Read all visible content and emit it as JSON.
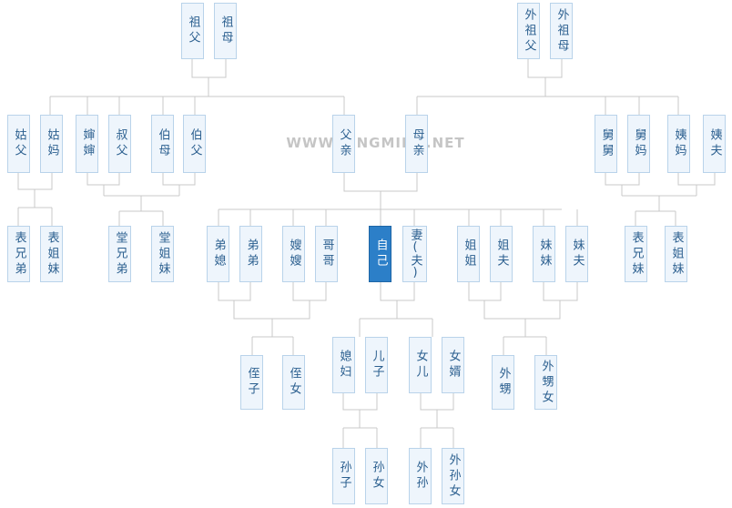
{
  "watermark": "WWW.XINGMING.NET",
  "nodes": {
    "zufu": "祖父",
    "zumu": "祖母",
    "waizufu": "外祖父",
    "waizumu": "外祖母",
    "gufu": "姑父",
    "guma": "姑妈",
    "shenshen": "婶婶",
    "shufu": "叔父",
    "bomu": "伯母",
    "bofu": "伯父",
    "fuqin": "父亲",
    "muqin": "母亲",
    "jiujiu": "舅舅",
    "jiuma": "舅妈",
    "yima": "姨妈",
    "yifu": "姨夫",
    "biaoxiongdi_l": "表兄弟",
    "biaojiemei_l": "表姐妹",
    "tangxiongdi": "堂兄弟",
    "tangjiemei": "堂姐妹",
    "dixi": "弟媳",
    "didi": "弟弟",
    "saosao": "嫂嫂",
    "gege": "哥哥",
    "ziji": "自己",
    "qifu": "妻(夫)",
    "jiejie": "姐姐",
    "jiefu": "姐夫",
    "meimei": "妹妹",
    "meifu": "妹夫",
    "biaoxiongmei_r": "表兄妹",
    "biaojiemei_r": "表姐妹",
    "zhizi": "侄子",
    "zhinv": "侄女",
    "xifu": "媳妇",
    "erzi": "儿子",
    "nver": "女儿",
    "nvxu": "女婿",
    "waisheng": "外甥",
    "waishengnv": "外甥女",
    "sunzi": "孙子",
    "sunnv": "孙女",
    "waisun": "外孙",
    "waisunnv": "外孙女"
  }
}
